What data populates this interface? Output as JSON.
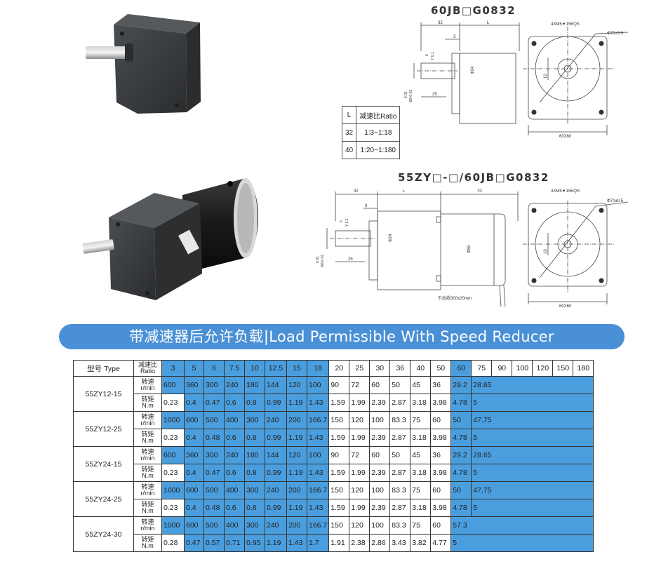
{
  "drawing_top": {
    "title": "60JB□G0832",
    "dims": {
      "d32": "32",
      "dL": "L",
      "d3": "3",
      "d6": "6",
      "d61": "Y 6.1",
      "d25": "25",
      "phi24": "Φ24",
      "phi8": "Φ8-0.03",
      "d601": "6.01",
      "d10": "10",
      "d60x60": "60X60",
      "thread": "4XM5▼15EQS",
      "phi70": "Φ70±0.5"
    },
    "ratio_table": {
      "header": [
        "L",
        "减速比Ratio"
      ],
      "rows": [
        [
          "32",
          "1:3~1:18"
        ],
        [
          "40",
          "1:20~1:180"
        ]
      ]
    }
  },
  "drawing_bottom": {
    "title": "55ZY□-□/60JB□G0832",
    "dims": {
      "d32": "32",
      "dL": "L",
      "d70": "70",
      "d3": "3",
      "d6": "6",
      "d61": "Y 6.1",
      "d25": "25",
      "phi24": "Φ24",
      "phi55": "Φ55",
      "phi8": "Φ8-0.03",
      "d601": "6.01",
      "d10": "10",
      "d60x60": "60X60",
      "thread": "4XM5▼15EQS",
      "phi70": "Φ70±0.5",
      "lead": "引出线300±20mm"
    }
  },
  "banner": "带减速器后允许负载|Load Permissible With Speed Reducer",
  "load_table": {
    "type_header": "型号 Type",
    "ratio_header": [
      "减速比",
      "Ratio"
    ],
    "ratios": [
      "3",
      "5",
      "6",
      "7.5",
      "10",
      "12.5",
      "15",
      "18",
      "20",
      "25",
      "30",
      "36",
      "40",
      "50",
      "60",
      "75",
      "90",
      "100",
      "120",
      "150",
      "180"
    ],
    "unit_speed": [
      "转速",
      "r/min"
    ],
    "unit_torque": [
      "转矩",
      "N.m"
    ],
    "models": [
      {
        "name": "55ZY12-15",
        "speed": [
          "600",
          "360",
          "300",
          "240",
          "180",
          "144",
          "120",
          "100",
          "90",
          "72",
          "60",
          "50",
          "45",
          "36",
          "29.2"
        ],
        "speed_merged": "28.65",
        "torque": [
          "0.23",
          "0.4",
          "0.47",
          "0.6",
          "0.8",
          "0.99",
          "1.19",
          "1.43",
          "1.59",
          "1.99",
          "2.39",
          "2.87",
          "3.18",
          "3.98",
          "4.78"
        ],
        "torque_merged": "5"
      },
      {
        "name": "55ZY12-25",
        "speed": [
          "1000",
          "600",
          "500",
          "400",
          "300",
          "240",
          "200",
          "166.7",
          "150",
          "120",
          "100",
          "83.3",
          "75",
          "60",
          "50"
        ],
        "speed_merged": "47.75",
        "torque": [
          "0.23",
          "0.4",
          "0.48",
          "0.6",
          "0.8",
          "0.99",
          "1.19",
          "1.43",
          "1.59",
          "1.99",
          "2.39",
          "2.87",
          "3.18",
          "3.98",
          "4.78"
        ],
        "torque_merged": "5"
      },
      {
        "name": "55ZY24-15",
        "speed": [
          "600",
          "360",
          "300",
          "240",
          "180",
          "144",
          "120",
          "100",
          "90",
          "72",
          "60",
          "50",
          "45",
          "36",
          "29.2"
        ],
        "speed_merged": "28.65",
        "torque": [
          "0.23",
          "0.4",
          "0.47",
          "0.6",
          "0.8",
          "0.99",
          "1.19",
          "1.43",
          "1.59",
          "1.99",
          "2.39",
          "2.87",
          "3.18",
          "3.98",
          "4.78"
        ],
        "torque_merged": "5"
      },
      {
        "name": "55ZY24-25",
        "speed": [
          "1000",
          "600",
          "500",
          "400",
          "300",
          "240",
          "200",
          "166.7",
          "150",
          "120",
          "100",
          "83.3",
          "75",
          "60",
          "50"
        ],
        "speed_merged": "47.75",
        "torque": [
          "0.23",
          "0.4",
          "0.48",
          "0.6",
          "0.8",
          "0.99",
          "1.19",
          "1.43",
          "1.59",
          "1.99",
          "2.39",
          "2.87",
          "3.18",
          "3.98",
          "4.78"
        ],
        "torque_merged": "5"
      },
      {
        "name": "55ZY24-30",
        "speed": [
          "1000",
          "600",
          "500",
          "400",
          "300",
          "240",
          "200",
          "166.7",
          "150",
          "120",
          "100",
          "83.3",
          "75",
          "60"
        ],
        "speed_merged": "57.3",
        "torque": [
          "0.28",
          "0.47",
          "0.57",
          "0.71",
          "0.95",
          "1.19",
          "1.43",
          "1.7",
          "1.91",
          "2.38",
          "2.86",
          "3.43",
          "3.82",
          "4.77"
        ],
        "torque_merged": "5"
      }
    ]
  },
  "colors": {
    "accent_blue": "#4a9ede",
    "banner_blue": "#4a90d6",
    "gearbox": "#3a3d40",
    "motor": "#1c1c1c"
  }
}
